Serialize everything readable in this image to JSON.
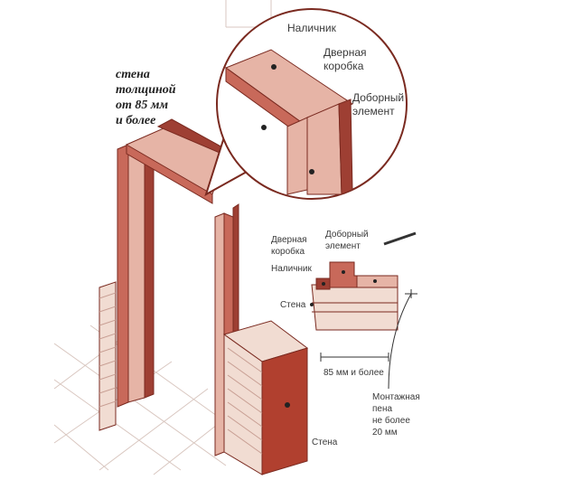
{
  "labels": {
    "side_note": [
      "стена",
      "толщиной",
      "от 85 мм",
      "и более"
    ],
    "nalichnik_top": "Наличник",
    "dvernaya_korobka_top": [
      "Дверная",
      "коробка"
    ],
    "dobornyi_top": [
      "Доборный",
      "элемент"
    ],
    "dvernaya_korobka_sec": [
      "Дверная",
      "коробка"
    ],
    "dobornyi_sec": [
      "Доборный",
      "элемент"
    ],
    "nalichnik_sec": "Наличник",
    "stena_sec": "Стена",
    "dimension": "85 мм и более",
    "foam": [
      "Монтажная",
      "пена",
      "не более",
      "20 мм"
    ],
    "stena_bottom": "Стена"
  },
  "colors": {
    "wood": "#c8695a",
    "wood_dark": "#9e3f33",
    "wood_light": "#e6b4a6",
    "wall_red": "#b1402f",
    "wall_light": "#f1dcd2",
    "line": "#7a2a20",
    "tile": "#d9c7c0",
    "label": "#3a3a3a"
  }
}
